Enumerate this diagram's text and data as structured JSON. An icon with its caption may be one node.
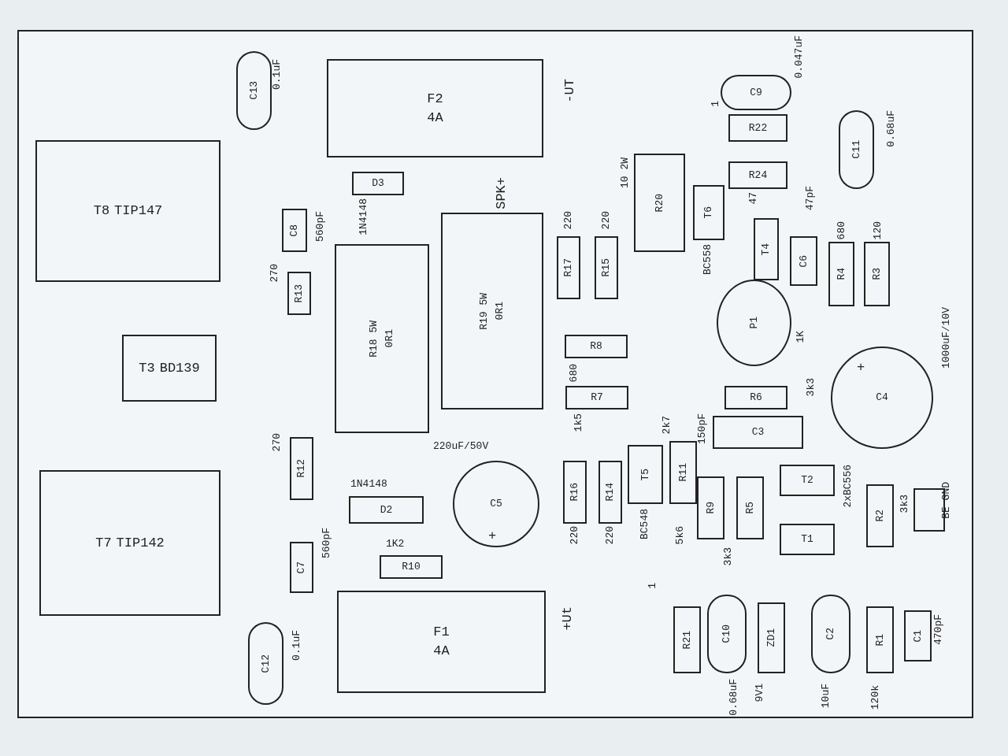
{
  "diagram": {
    "nodes": [
      {
        "text": [
          "T8",
          "TIP147"
        ]
      },
      {
        "text": [
          "T3",
          "BD139"
        ]
      },
      {
        "text": [
          "T7",
          "TIP142"
        ]
      },
      {
        "text": [
          "C13"
        ],
        "beside": [
          "0.1uF"
        ]
      },
      {
        "text": [
          "F2",
          "4A"
        ]
      },
      {
        "text": [
          "D3"
        ],
        "beside": [
          "1N4148"
        ]
      },
      {
        "text": [
          "C8"
        ],
        "beside": [
          "560pF"
        ]
      },
      {
        "text": [
          "R13"
        ],
        "beside": [
          "270"
        ]
      },
      {
        "text": [
          "R18 5W",
          "0R1"
        ]
      },
      {
        "text": [
          "R19 5W",
          "0R1"
        ]
      },
      {
        "text": [
          "R17"
        ],
        "beside": [
          "220"
        ]
      },
      {
        "text": [
          "R15"
        ],
        "beside": [
          "220"
        ]
      },
      {
        "text": [
          "R20"
        ],
        "beside": [
          "10 2W"
        ]
      },
      {
        "text": [
          "T6"
        ],
        "beside": [
          "BC558"
        ]
      },
      {
        "text": [
          "C9"
        ],
        "beside": [
          "0.047uF"
        ]
      },
      {
        "text": [
          "R22"
        ]
      },
      {
        "text": [
          "R24"
        ],
        "beside": [
          "47"
        ]
      },
      {
        "text": [
          "C11"
        ],
        "beside": [
          "0.68uF"
        ]
      },
      {
        "text": [
          "C6"
        ],
        "beside": [
          "47pF"
        ]
      },
      {
        "text": [
          "T4"
        ]
      },
      {
        "text": [
          "R4"
        ],
        "beside": [
          "680"
        ]
      },
      {
        "text": [
          "R3"
        ],
        "beside": [
          "120"
        ]
      },
      {
        "text": [
          "P1"
        ],
        "beside": [
          "1K"
        ]
      },
      {
        "text": [
          "R8"
        ],
        "beside": [
          "680"
        ]
      },
      {
        "text": [
          "R7"
        ],
        "beside": [
          "1k5"
        ]
      },
      {
        "text": [
          "R6"
        ],
        "beside": [
          "3k3"
        ]
      },
      {
        "text": [
          "C3"
        ],
        "beside": [
          "150pF"
        ]
      },
      {
        "text": [
          "C4"
        ],
        "beside": [
          "1000uF/10V"
        ]
      },
      {
        "text": [
          "R16"
        ],
        "beside": [
          "220"
        ]
      },
      {
        "text": [
          "R14"
        ],
        "beside": [
          "220"
        ]
      },
      {
        "text": [
          "T5"
        ],
        "beside": [
          "BC548"
        ]
      },
      {
        "text": [
          "R11"
        ],
        "beside": [
          "2k7"
        ]
      },
      {
        "text": [
          "C5"
        ],
        "beside": [
          "220uF/50V"
        ]
      },
      {
        "text": [
          "D2"
        ],
        "beside": [
          "1N4148"
        ]
      },
      {
        "text": [
          "R12"
        ],
        "beside": [
          "270"
        ]
      },
      {
        "text": [
          "C7"
        ],
        "beside": [
          "560pF"
        ]
      },
      {
        "text": [
          "R10"
        ],
        "beside": [
          "1K2"
        ]
      },
      {
        "text": [
          "F1",
          "4A"
        ]
      },
      {
        "text": [
          "C12"
        ],
        "beside": [
          "0.1uF"
        ]
      },
      {
        "text": [
          "R9"
        ],
        "beside": [
          "5k6"
        ]
      },
      {
        "text": [
          "R5"
        ],
        "beside": [
          "3k3"
        ]
      },
      {
        "text": [
          "T2"
        ]
      },
      {
        "text": [
          "T1"
        ]
      },
      {
        "text": [
          "R2"
        ],
        "beside": [
          "3k3"
        ]
      },
      {
        "text": [],
        "shape": "box"
      },
      {
        "text": [
          "R21"
        ],
        "beside": [
          "1"
        ]
      },
      {
        "text": [
          "C10"
        ],
        "beside": [
          "0.68uF"
        ]
      },
      {
        "text": [
          "ZD1"
        ],
        "beside": [
          "9V1"
        ]
      },
      {
        "text": [
          "C2"
        ],
        "beside": [
          "10uF"
        ]
      },
      {
        "text": [
          "R1"
        ],
        "beside": [
          "120k"
        ]
      },
      {
        "text": [
          "C1"
        ],
        "beside": [
          "470pF"
        ]
      }
    ],
    "edges": [],
    "labels": [
      "SPK+",
      "-UT",
      "1",
      "+",
      "+",
      "2xBC556",
      "BE GND",
      "+Ut"
    ]
  }
}
